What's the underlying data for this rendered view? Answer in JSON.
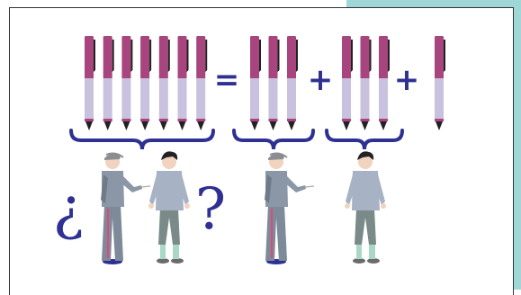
{
  "colors": {
    "accent": "#9fd6d6",
    "frame": "#333333",
    "pen_body": "#a8447e",
    "pen_tip_section": "#c8c2de",
    "pen_clip": "#222222",
    "operator": "#2e3192",
    "brace": "#2e3192"
  },
  "equation": {
    "left_group_count": 7,
    "middle_group_count": 3,
    "right_group_count": 3,
    "extra_count": 1,
    "equals_symbol": "=",
    "plus_symbol_1": "+",
    "plus_symbol_2": "+"
  },
  "question": {
    "open_mark": "¿",
    "close_mark": "?"
  },
  "figures": [
    {
      "name": "girl-pointing-figure-left",
      "role": "girl"
    },
    {
      "name": "boy-standing-figure-left",
      "role": "boy"
    },
    {
      "name": "girl-pointing-figure-right",
      "role": "girl"
    },
    {
      "name": "boy-standing-figure-right",
      "role": "boy"
    }
  ]
}
